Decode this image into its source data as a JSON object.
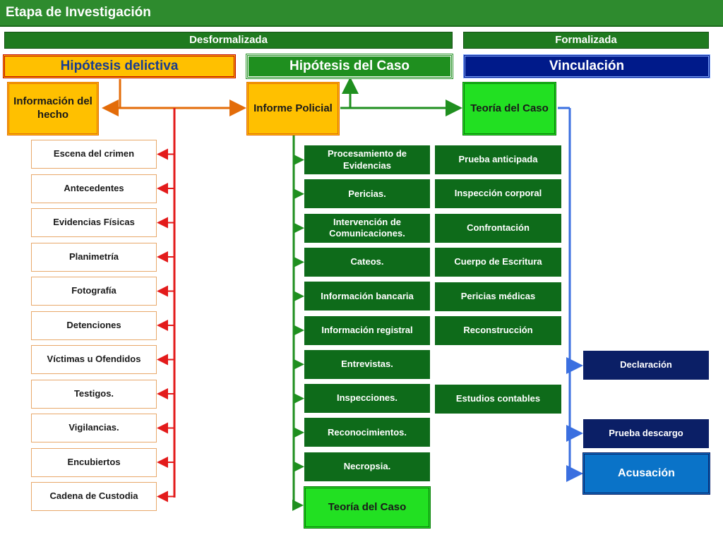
{
  "title": "Etapa de Investigación",
  "sections": {
    "left": "Desformalizada",
    "right": "Formalizada"
  },
  "hypotheses": {
    "delictiva": "Hipótesis delictiva",
    "caso": "Hipótesis del Caso",
    "vinculacion": "Vinculación"
  },
  "top_nodes": {
    "informacion_hecho": "Información del hecho",
    "informe_policial": "Informe Policial",
    "teoria_caso": "Teoría del Caso"
  },
  "left_items": [
    "Escena del crimen",
    "Antecedentes",
    "Evidencias Físicas",
    "Planimetría",
    "Fotografía",
    "Detenciones",
    "Víctimas u Ofendidos",
    "Testigos.",
    "Vigilancias.",
    "Encubiertos",
    "Cadena de Custodia"
  ],
  "middle_items": [
    "Procesamiento de Evidencias",
    "Pericias.",
    "Intervención de Comunicaciones.",
    "Cateos.",
    "Información bancaria",
    "Información registral",
    "Entrevistas.",
    "Inspecciones.",
    "Reconocimientos.",
    "Necropsia."
  ],
  "middle_bottom": "Teoría del Caso",
  "right_items": [
    "Prueba anticipada",
    "Inspección corporal",
    "Confrontación",
    "Cuerpo de Escritura",
    "Pericias médicas",
    "Reconstrucción",
    "Estudios contables"
  ],
  "far_right_items": {
    "declaracion": "Declaración",
    "prueba_descargo": "Prueba descargo",
    "acusacion": "Acusación"
  },
  "colors": {
    "title_green": "#2e8b2e",
    "orange": "#ffc000",
    "red_arrow": "#e31b1b",
    "orange_arrow": "#e36c09",
    "green_arrow": "#1f8f1f",
    "blue_arrow": "#3a6fe0",
    "navy": "#0b1f66"
  }
}
